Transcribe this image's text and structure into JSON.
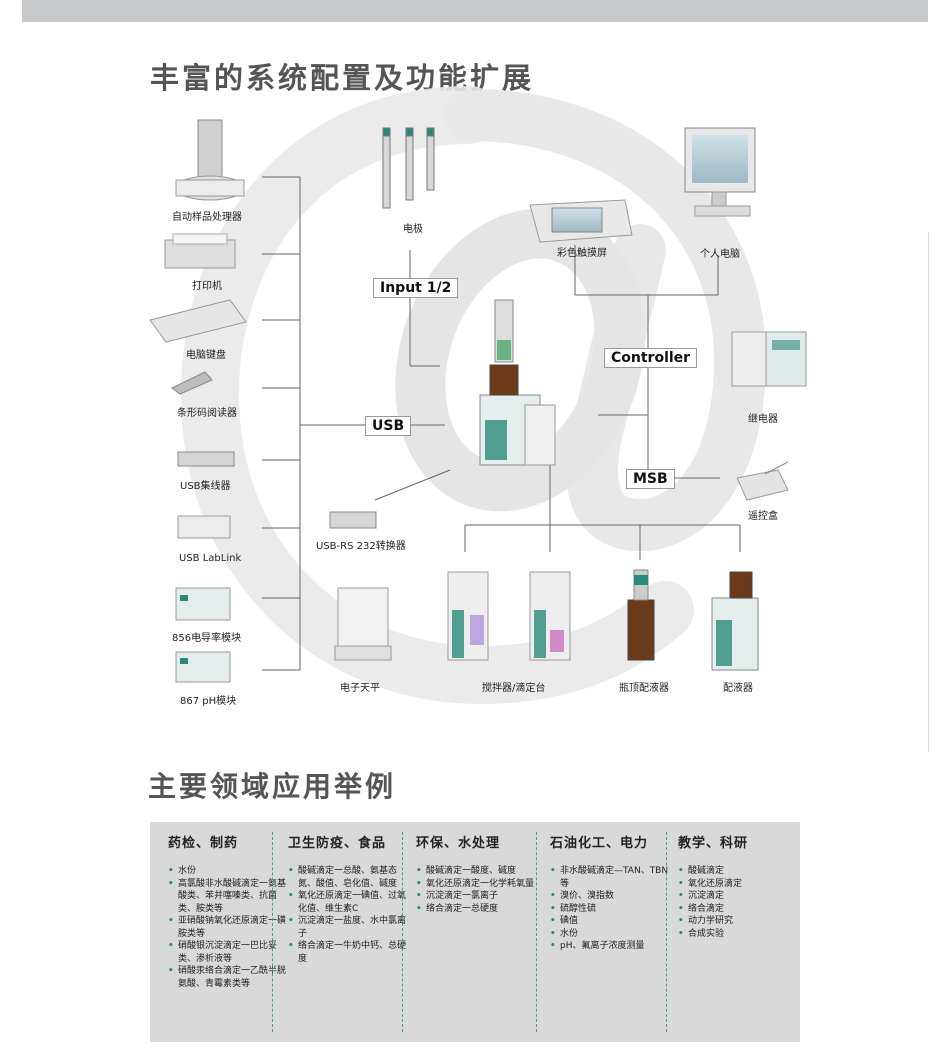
{
  "title": "丰富的系统配置及功能扩展",
  "subtitle": "主要领域应用举例",
  "tags": {
    "input": "Input 1/2",
    "usb": "USB",
    "controller": "Controller",
    "msb": "MSB"
  },
  "devices": {
    "sampler": "自动样品处理器",
    "printer": "打印机",
    "keyboard": "电脑键盘",
    "barcode": "条形码阅读器",
    "hub": "USB集线器",
    "lablink": "USB LabLink",
    "conductivity": "856电导率模块",
    "ph": "867 pH模块",
    "electrode": "电极",
    "touchscreen": "彩色触摸屏",
    "pc": "个人电脑",
    "relay": "继电器",
    "remote": "遥控盒",
    "converter": "USB-RS 232转换器",
    "balance": "电子天平",
    "stirrer": "搅拌器/滴定台",
    "bottle_dispenser": "瓶顶配液器",
    "dispenser": "配液器"
  },
  "colors": {
    "accent": "#2a8a7a",
    "panel": "#d9d9da",
    "heading": "#555555"
  },
  "columns": [
    {
      "title": "药检、制药",
      "items": [
        "水份",
        "高氯酸非水酸碱滴定一氨基酸类、苯并噻嗪类、抗菌类、胺类等",
        "亚硝酸钠氧化还原滴定一磺胺类等",
        "硝酸银沉淀滴定一巴比妥类、渗析液等",
        "硝酸汞络合滴定一乙酰半胱氨酸、青霉素类等"
      ]
    },
    {
      "title": "卫生防疫、食品",
      "items": [
        "酸碱滴定一总酸、氨基态氮、酸值、皂化值、碱度",
        "氧化还原滴定一碘值、过氧化值、维生素C",
        "沉淀滴定一盐度、水中氯离子",
        "络合滴定一牛奶中钙、总硬度"
      ]
    },
    {
      "title": "环保、水处理",
      "items": [
        "酸碱滴定一酸度、碱度",
        "氧化还原滴定一化学耗氧量",
        "沉淀滴定一氯离子",
        "络合滴定一总硬度"
      ]
    },
    {
      "title": "石油化工、电力",
      "items": [
        "非水酸碱滴定—TAN、TBN等",
        "溴价、溴指数",
        "硫醇性硫",
        "碘值",
        "水份",
        "pH、氟离子浓度测量"
      ]
    },
    {
      "title": "教学、科研",
      "items": [
        "酸碱滴定",
        "氧化还原滴定",
        "沉淀滴定",
        "络合滴定",
        "动力学研究",
        "合成实验"
      ]
    }
  ]
}
